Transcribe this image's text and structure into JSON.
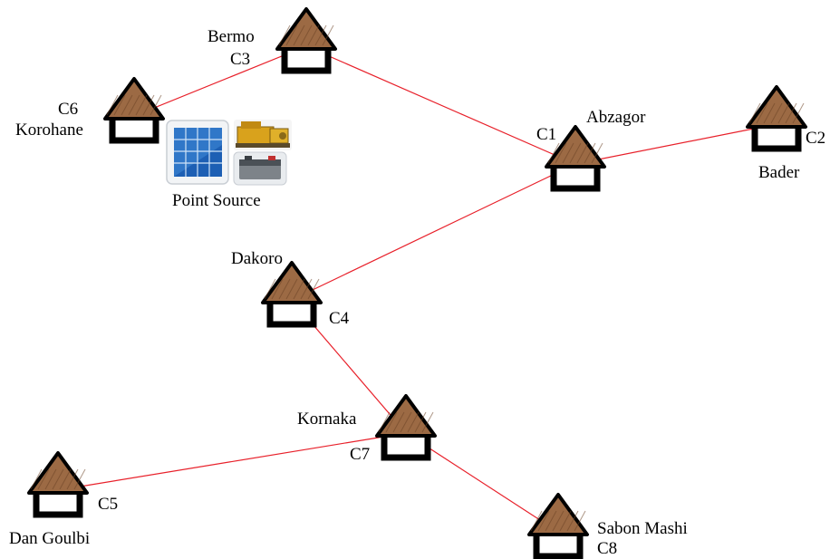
{
  "colors": {
    "link": "#e8202a",
    "roof_fill": "#9c6a44",
    "roof_stroke": "#000000"
  },
  "villages": [
    {
      "id": "c1",
      "name": "Abzagor",
      "code": "C1"
    },
    {
      "id": "c2",
      "name": "Bader",
      "code": "C2"
    },
    {
      "id": "c3",
      "name": "Bermo",
      "code": "C3"
    },
    {
      "id": "c4",
      "name": "Dakoro",
      "code": "C4"
    },
    {
      "id": "c5",
      "name": "Dan Goulbi",
      "code": "C5"
    },
    {
      "id": "c6",
      "name": "Korohane",
      "code": "C6"
    },
    {
      "id": "c7",
      "name": "Kornaka",
      "code": "C7"
    },
    {
      "id": "c8",
      "name": "Sabon Mashi",
      "code": "C8"
    }
  ],
  "links": [
    [
      "c6",
      "c3"
    ],
    [
      "c3",
      "c1"
    ],
    [
      "c1",
      "c2"
    ],
    [
      "c1",
      "c4"
    ],
    [
      "c4",
      "c7"
    ],
    [
      "c7",
      "c5"
    ],
    [
      "c7",
      "c8"
    ]
  ],
  "point_source": {
    "label": "Point Source",
    "icons": [
      "solar-panel-icon",
      "generator-icon",
      "battery-icon"
    ]
  }
}
